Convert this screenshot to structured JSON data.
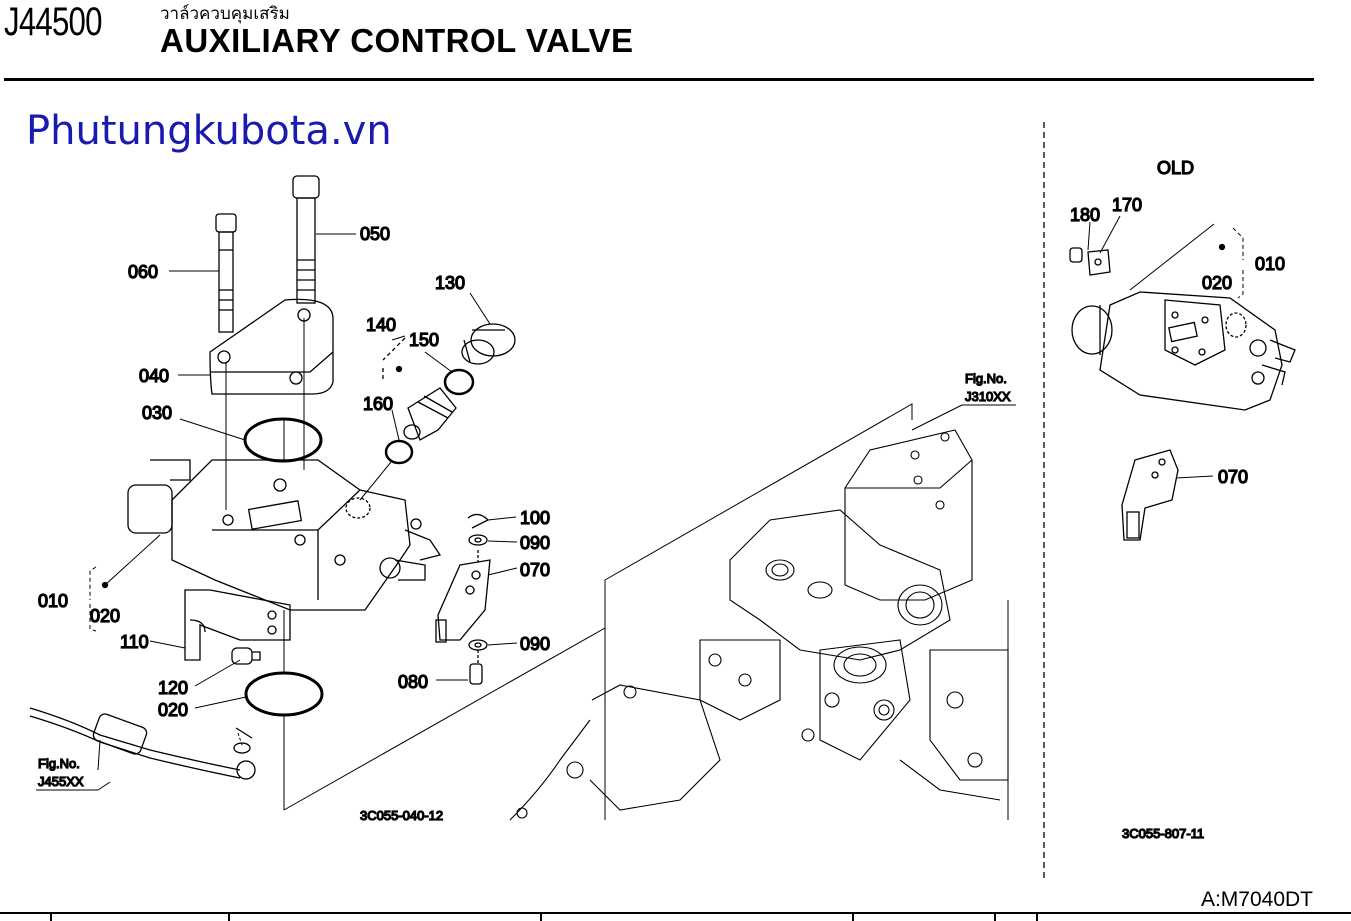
{
  "header": {
    "part_code": "J44500",
    "thai_title": "วาล์วควบคุมเสริม",
    "title": "AUXILIARY CONTROL VALVE"
  },
  "watermark": "Phutungkubota.vn",
  "old_section": {
    "heading": "OLD",
    "labels": {
      "p180": "180",
      "p170": "170",
      "p010": "010",
      "p020": "020",
      "p070": "070"
    },
    "figure_code": "3C055-807-11"
  },
  "main_section": {
    "labels": {
      "p050": "050",
      "p060": "060",
      "p040": "040",
      "p030": "030",
      "p130": "130",
      "p140": "140",
      "p150": "150",
      "p160": "160",
      "p100": "100",
      "p090a": "090",
      "p070": "070",
      "p090b": "090",
      "p080": "080",
      "p010": "010",
      "p020a": "020",
      "p110": "110",
      "p120": "120",
      "p020b": "020"
    },
    "figure_code": "3C055-040-12",
    "ref_left": {
      "line1": "Fig.No.",
      "line2": "J455XX"
    },
    "ref_right": {
      "line1": "Fig.No.",
      "line2": "J310XX"
    }
  },
  "footer": {
    "model": "A:M7040DT"
  }
}
